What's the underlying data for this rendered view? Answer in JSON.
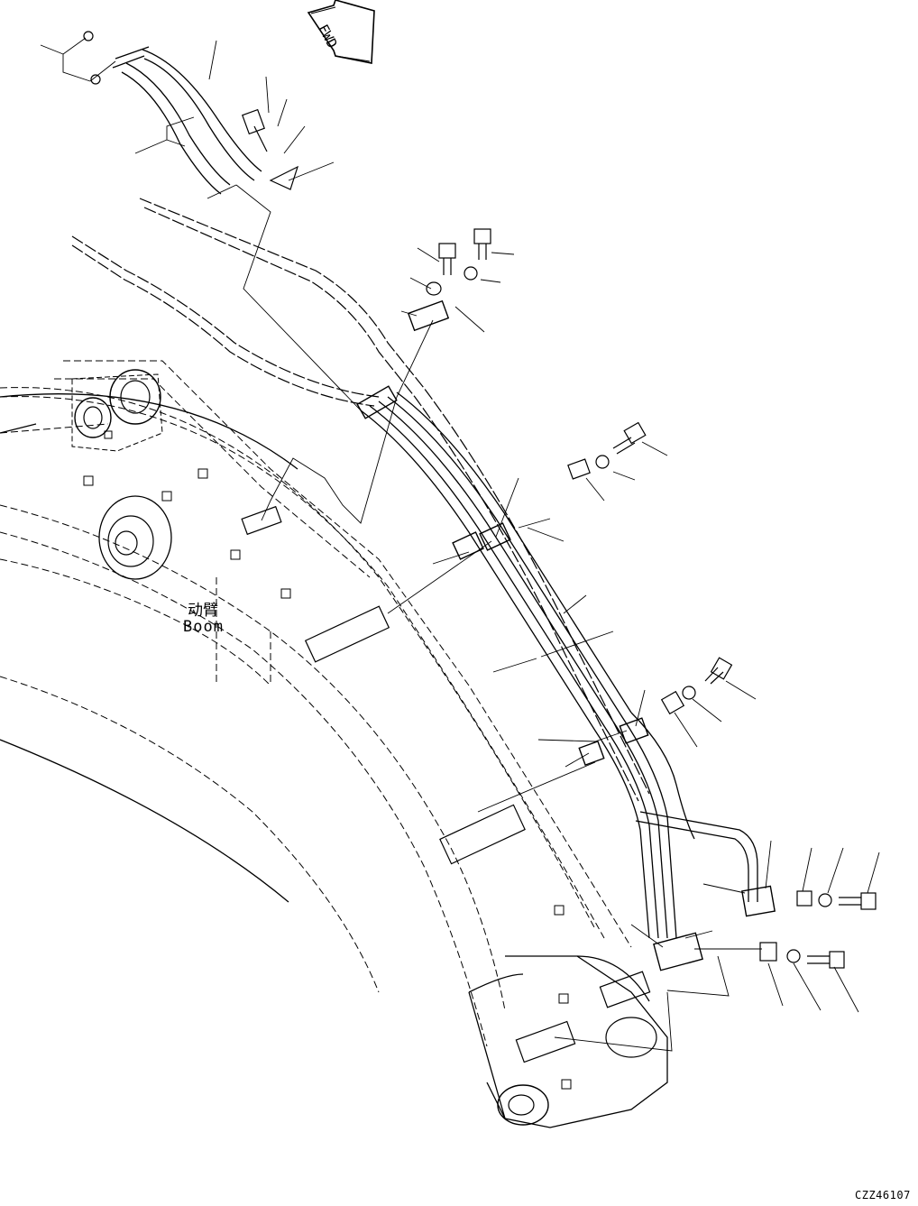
{
  "diagram": {
    "fwd_label": "FWD",
    "boom_label_cn": "动臂",
    "boom_label_en": "Boom",
    "drawing_code": "CZZ46107"
  }
}
